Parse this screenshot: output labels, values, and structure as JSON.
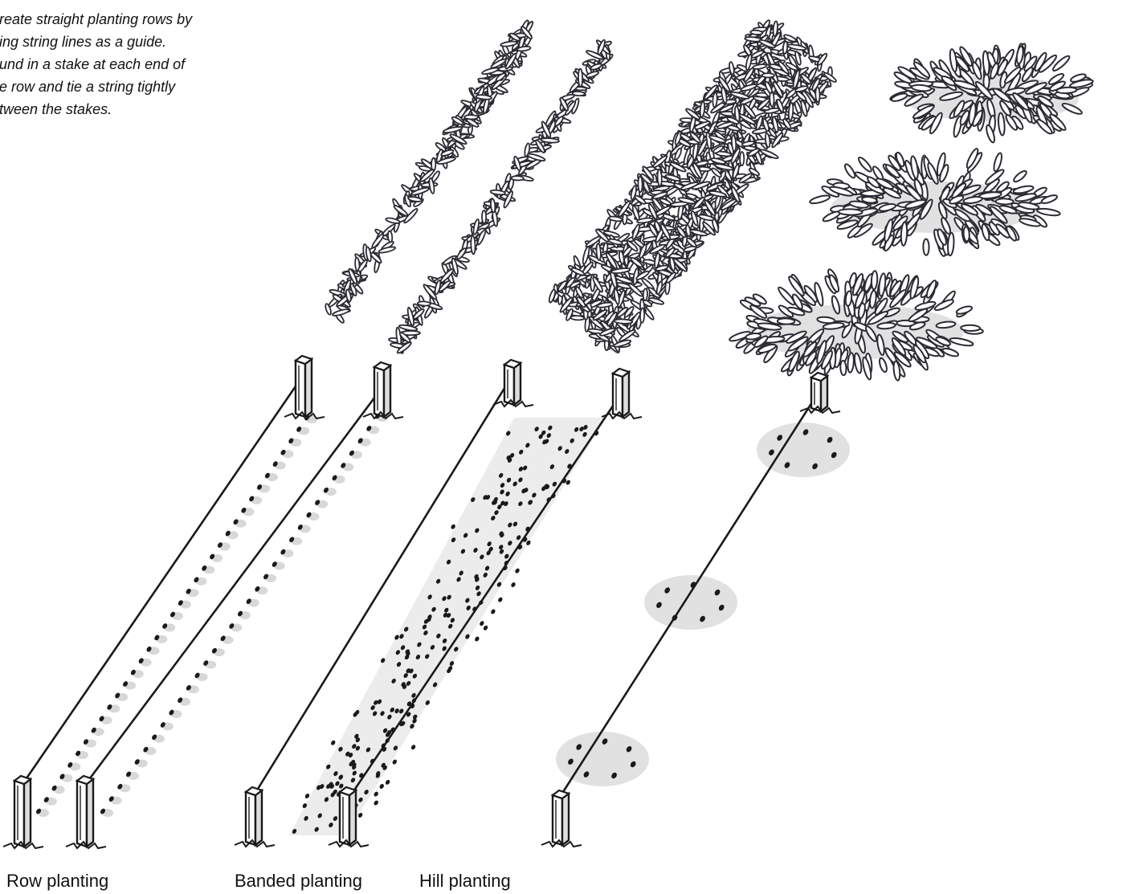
{
  "note": {
    "line1": "reate straight planting rows by",
    "line2": "ing string lines as a guide.",
    "line3": "und in a stake at each end of",
    "line4": "e row and tie a string tightly",
    "line5": "tween the stakes."
  },
  "captions": {
    "row": "Row planting",
    "banded": "Banded planting",
    "hill": "Hill planting"
  },
  "colors": {
    "ink": "#1a1a1a",
    "shade": "#c8c8c8",
    "foliage": "#2b2b33"
  }
}
